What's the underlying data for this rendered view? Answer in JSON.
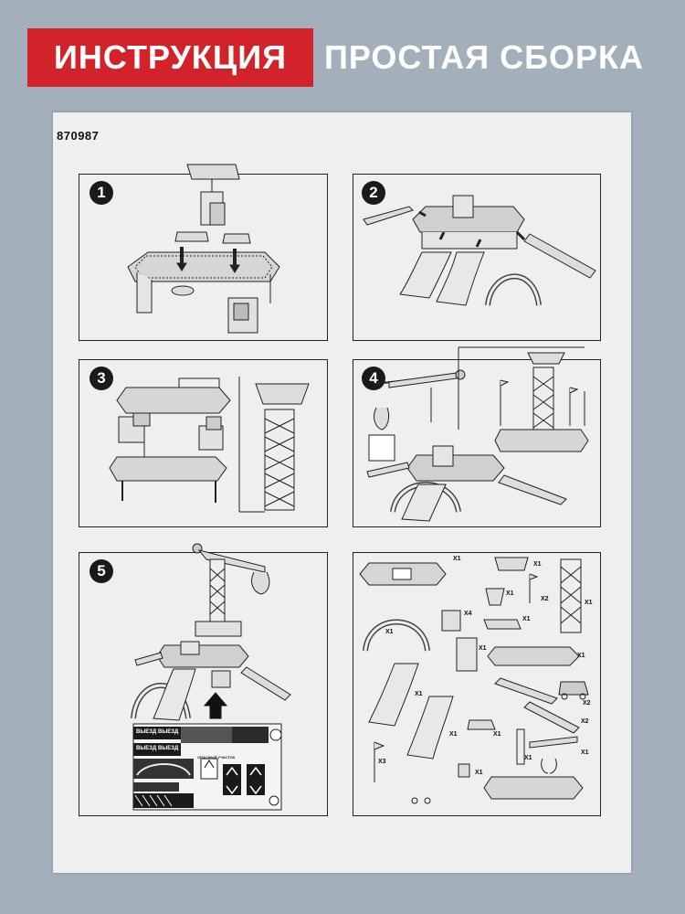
{
  "header": {
    "banner_label": "ИНСТРУКЦИЯ",
    "subtitle": "ПРОСТАЯ СБОРКА"
  },
  "document": {
    "product_code": "870987"
  },
  "steps": [
    {
      "number": "1"
    },
    {
      "number": "2"
    },
    {
      "number": "3"
    },
    {
      "number": "4"
    },
    {
      "number": "5"
    }
  ],
  "stickers": {
    "exit_label": "ВЫЕЗД",
    "caption": "ОПАСНЫЙ УЧАСТОК"
  },
  "parts_list": {
    "quantities": [
      "X1",
      "X1",
      "X1",
      "X2",
      "X1",
      "X4",
      "X1",
      "X1",
      "X1",
      "X1",
      "X2",
      "X2",
      "X1",
      "X1",
      "X1",
      "X3",
      "X1",
      "X1",
      "X1"
    ]
  },
  "colors": {
    "brand_red": "#d2232a",
    "background": "#a3b0bb",
    "sheet": "#efefed"
  }
}
